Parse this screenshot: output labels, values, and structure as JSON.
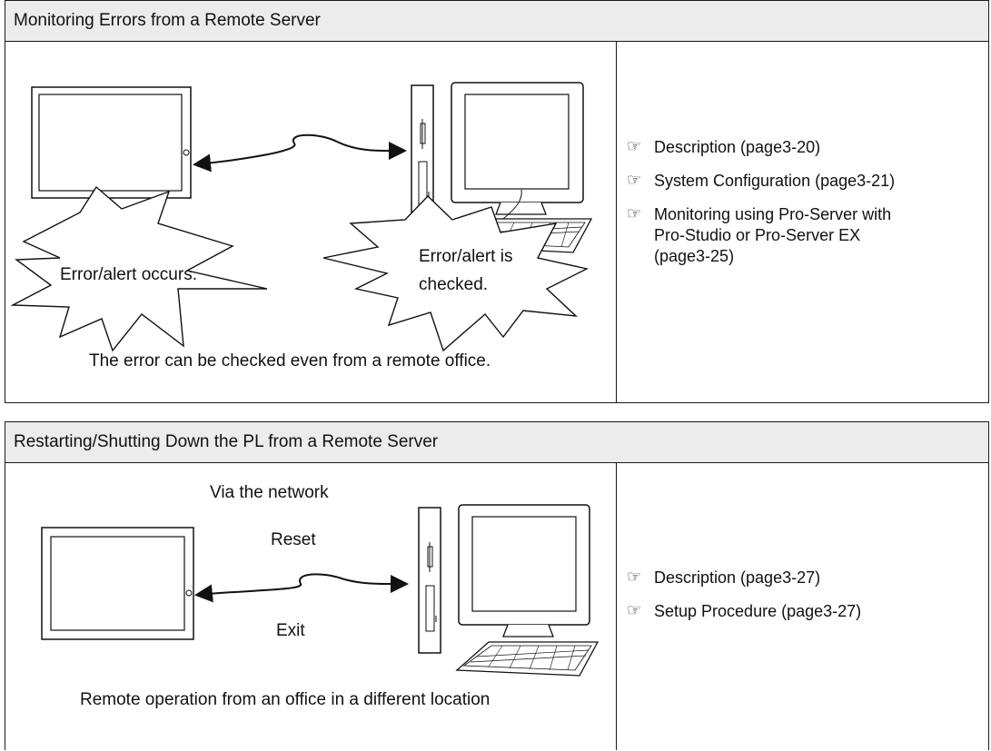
{
  "section1": {
    "title": "Monitoring Errors from a Remote Server",
    "burst_left": "Error/alert occurs.",
    "burst_right_line1": "Error/alert is",
    "burst_right_line2": "checked.",
    "caption": "The error can be checked even from a remote office.",
    "links": [
      {
        "icon": "pointing-hand-icon",
        "text": "Description (page3-20)"
      },
      {
        "icon": "pointing-hand-icon",
        "text": "System Configuration (page3-21)"
      },
      {
        "icon": "pointing-hand-icon",
        "text_line1": "Monitoring using Pro-Server with",
        "text_line2": "Pro-Studio or Pro-Server EX",
        "text_line3": "(page3-25)"
      }
    ]
  },
  "section2": {
    "title": "Restarting/Shutting Down the PL from a Remote Server",
    "network_label": "Via the network",
    "reset_label": "Reset",
    "exit_label": "Exit",
    "caption": "Remote operation from an office in a different location",
    "links": [
      {
        "icon": "pointing-hand-icon",
        "text": "Description (page3-27)"
      },
      {
        "icon": "pointing-hand-icon",
        "text": "Setup Procedure (page3-27)"
      }
    ]
  }
}
